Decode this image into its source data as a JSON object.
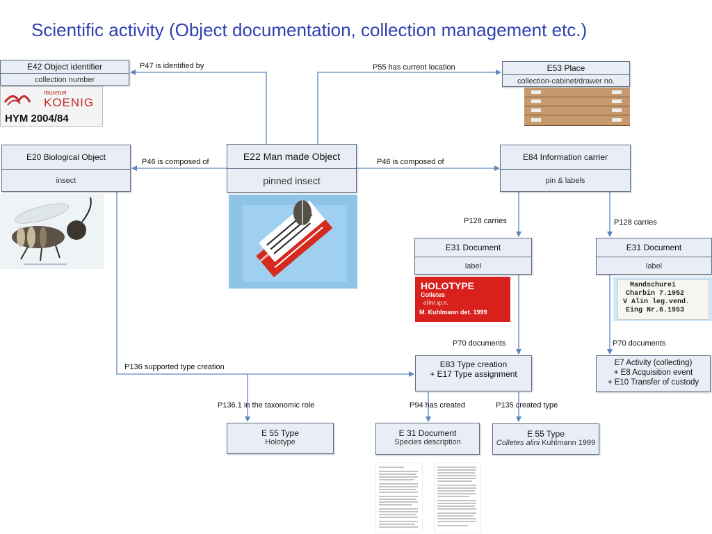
{
  "title": "Scientific activity (Object documentation, collection management etc.)",
  "nodes": {
    "e42": {
      "head": "E42 Object identifier",
      "sub": "collection number"
    },
    "e53": {
      "head": "E53 Place",
      "sub": "collection-cabinet/drawer no."
    },
    "e20": {
      "head": "E20 Biological Object",
      "sub": "insect"
    },
    "e22": {
      "head": "E22 Man made Object",
      "sub": "pinned insect"
    },
    "e84": {
      "head": "E84 Information carrier",
      "sub": "pin & labels"
    },
    "e31a": {
      "head": "E31 Document",
      "sub": "label"
    },
    "e31b": {
      "head": "E31 Document",
      "sub": "label"
    },
    "e83": {
      "line1": "E83 Type creation",
      "line2": "+ E17 Type assignment"
    },
    "e7": {
      "line1": "E7 Activity (collecting)",
      "line2": "+ E8 Acquisition event",
      "line3": "+ E10 Transfer of custody"
    },
    "e55a": {
      "head": "E 55 Type",
      "sub": "Holotype"
    },
    "e31c": {
      "head": "E 31 Document",
      "sub": "Species description"
    },
    "e55b": {
      "head": "E 55 Type",
      "sub_italic": "Colletes alini",
      "sub_rest": " Kuhlmann 1999"
    }
  },
  "edges": {
    "p47": "P47 is identified by",
    "p55": "P55 has current location",
    "p46a": "P46 is composed of",
    "p46b": "P46 is composed of",
    "p128a": "P128 carries",
    "p128b": "P128 carries",
    "p70a": "P70 documents",
    "p70b": "P70 documents",
    "p136": "P136 supported type creation",
    "p136_1": "P136.1 in the taxonomic role",
    "p94": "P94 has created",
    "p135": "P135 created type"
  },
  "images": {
    "museum_label": {
      "top": "museum",
      "brand": "KOENIG",
      "number": "HYM 2004/84"
    },
    "holotype_label": {
      "line1": "HOLOTYPE",
      "line2": "Colletes",
      "line3": "alini sp.n.",
      "line4": "M. Kuhlmann det. 1999"
    },
    "collection_label": {
      "line1": "Mandschurei",
      "line2": "Charbin 7.1952",
      "line3": "V Alin leg.vend.",
      "line4": "Eing Nr.6.1953"
    }
  },
  "colors": {
    "title": "#2f3fb0",
    "edge": "#5b86c0",
    "box_fill": "#e9eef6",
    "box_border": "#5f6f85",
    "label_red": "#d8201c"
  }
}
